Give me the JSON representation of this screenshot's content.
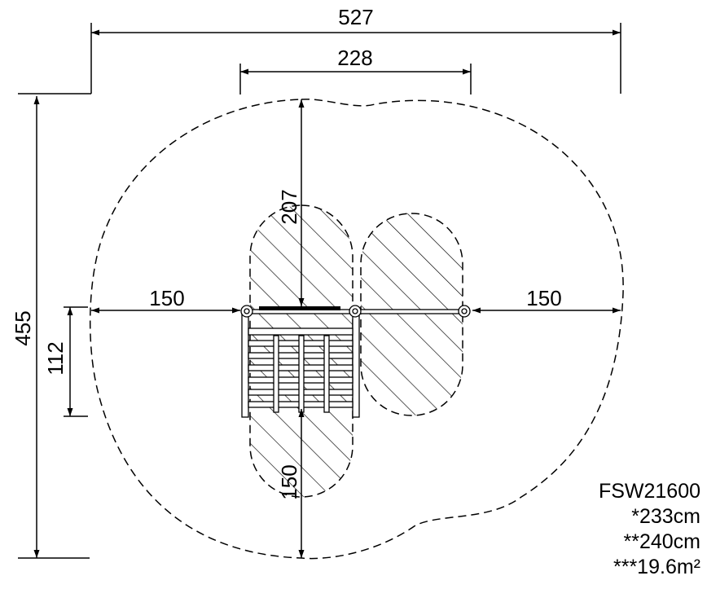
{
  "dimensions": {
    "overall_width": "527",
    "frame_width": "228",
    "overall_depth": "455",
    "left_clearance": "150",
    "right_clearance": "150",
    "upper_clearance": "207",
    "lower_clearance": "150",
    "side_height": "112"
  },
  "info": {
    "code": "FSW21600",
    "height": "*233cm",
    "fall_height": "**240cm",
    "area": "***19.6m²"
  },
  "colors": {
    "line": "#000000",
    "background": "#ffffff"
  }
}
